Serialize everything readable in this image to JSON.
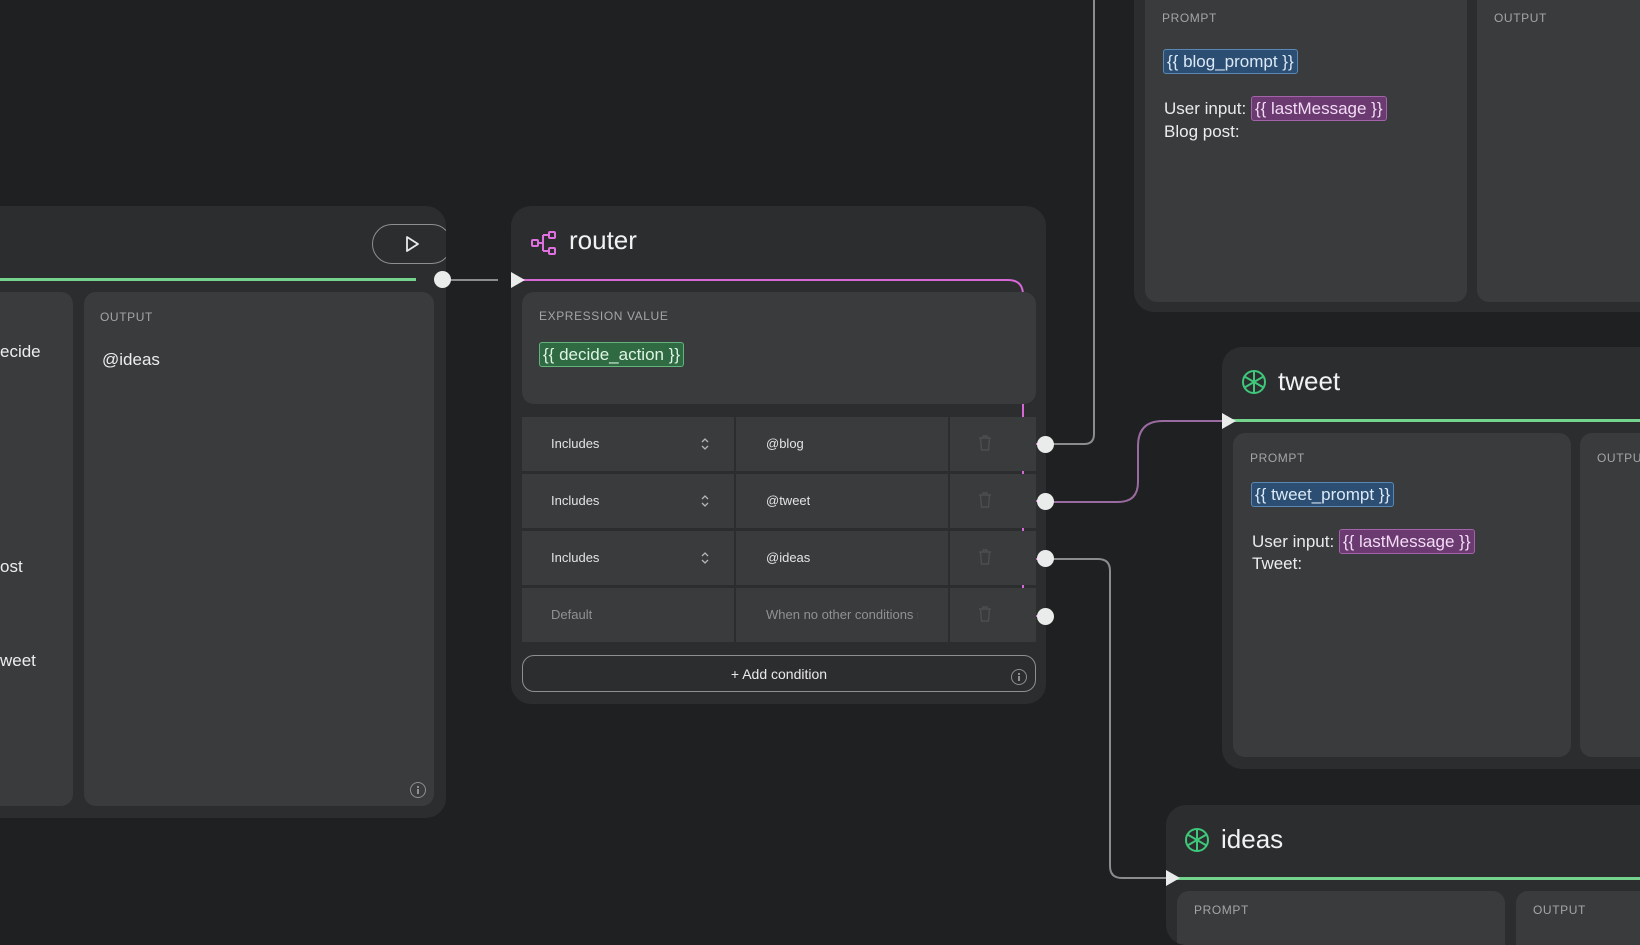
{
  "left_node": {
    "partial_texts": [
      "ecide",
      "ost",
      "weet"
    ],
    "output_label": "OUTPUT",
    "output_value": "@ideas"
  },
  "router": {
    "title": "router",
    "expression_label": "EXPRESSION VALUE",
    "expression_chip": "{{ decide_action }}",
    "conditions": [
      {
        "operator": "Includes",
        "value": "@blog"
      },
      {
        "operator": "Includes",
        "value": "@tweet"
      },
      {
        "operator": "Includes",
        "value": "@ideas"
      }
    ],
    "default_row": {
      "operator": "Default",
      "value": "When no other conditions m"
    },
    "add_condition_label": "+ Add condition"
  },
  "blog_node": {
    "prompt_label": "PROMPT",
    "output_label": "OUTPUT",
    "prompt_chip": "{{ blog_prompt }}",
    "user_input_label": "User input:",
    "last_message_chip": "{{ lastMessage }}",
    "trailing_line": "Blog post:"
  },
  "tweet_node": {
    "title": "tweet",
    "prompt_label": "PROMPT",
    "output_label": "OUTPU",
    "prompt_chip": "{{ tweet_prompt }}",
    "user_input_label": "User input:",
    "last_message_chip": "{{ lastMessage }}",
    "trailing_line": "Tweet:"
  },
  "ideas_node": {
    "title": "ideas",
    "prompt_label": "PROMPT",
    "output_label": "OUTPUT"
  },
  "colors": {
    "canvas": "#1f2021",
    "node": "#2c2d2e",
    "panel": "#3a3b3c",
    "green_edge": "#74d48e",
    "pink_edge": "#d567d6",
    "gray_edge": "#8a8c8d",
    "openai_green": "#3fc77a",
    "router_icon": "#e06fe0"
  }
}
